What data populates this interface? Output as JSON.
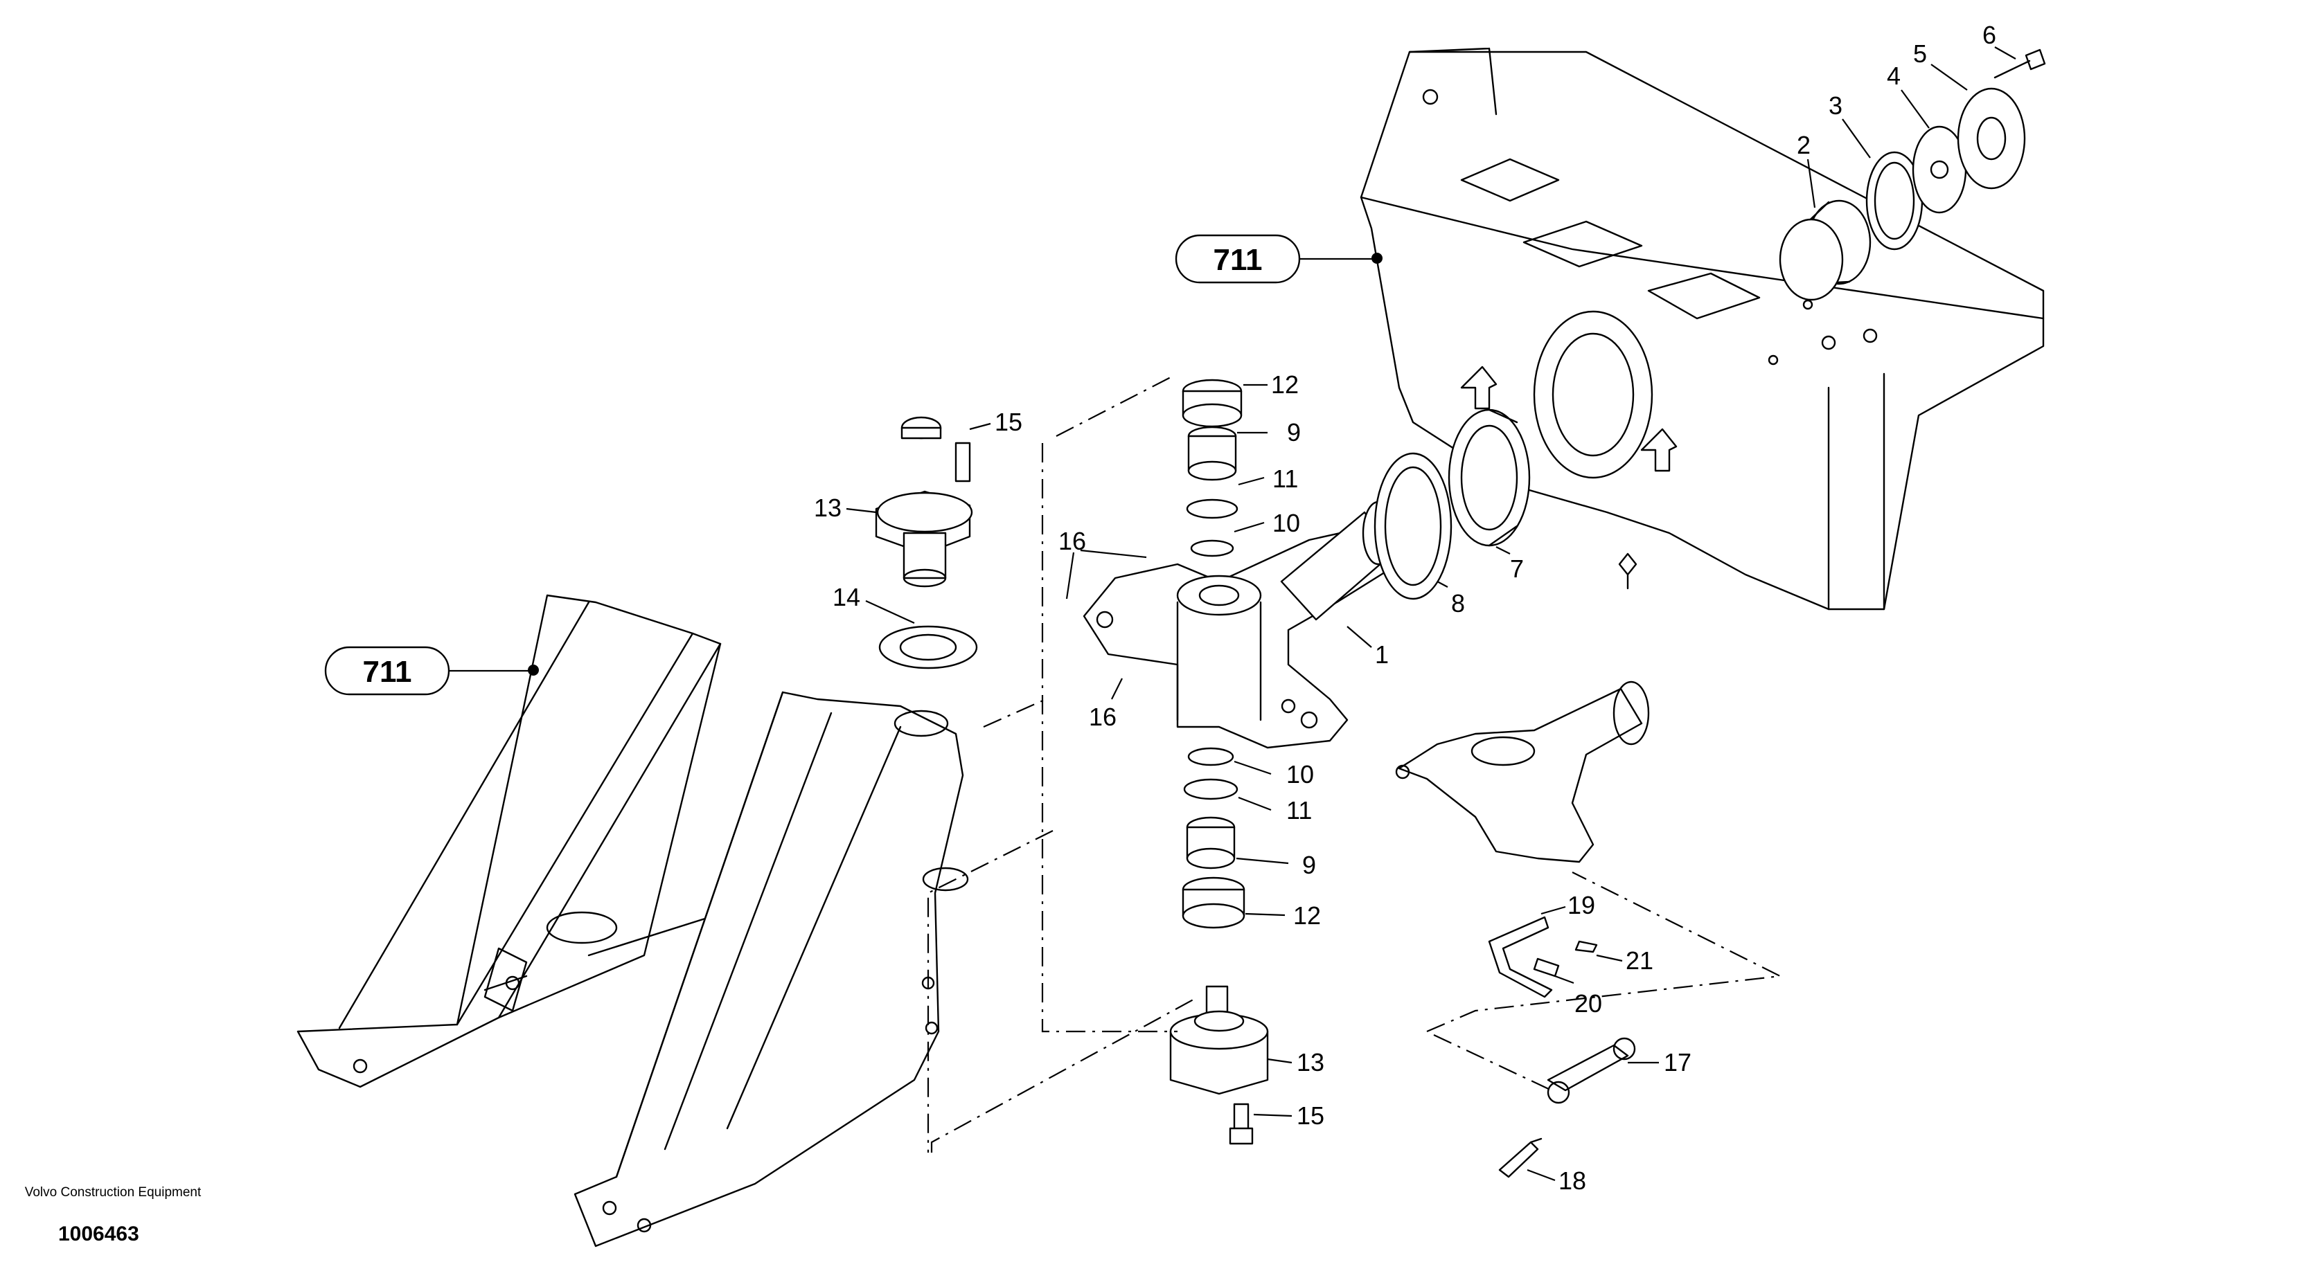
{
  "callouts": [
    {
      "id": "frame-top",
      "label": "711"
    },
    {
      "id": "frame-left",
      "label": "711"
    }
  ],
  "part_numbers": [
    "1",
    "2",
    "3",
    "4",
    "5",
    "6",
    "7",
    "8",
    "9",
    "9",
    "10",
    "10",
    "11",
    "11",
    "12",
    "12",
    "13",
    "13",
    "14",
    "15",
    "15",
    "16",
    "16",
    "17",
    "18",
    "19",
    "20",
    "21"
  ],
  "labels": {
    "p1": "1",
    "p2": "2",
    "p3": "3",
    "p4": "4",
    "p5": "5",
    "p6": "6",
    "p7": "7",
    "p8": "8",
    "p9a": "9",
    "p9b": "9",
    "p10a": "10",
    "p10b": "10",
    "p11a": "11",
    "p11b": "11",
    "p12a": "12",
    "p12b": "12",
    "p13a": "13",
    "p13b": "13",
    "p14": "14",
    "p15a": "15",
    "p15b": "15",
    "p16a": "16",
    "p16b": "16",
    "p17": "17",
    "p18": "18",
    "p19": "19",
    "p20": "20",
    "p21": "21"
  },
  "footer": {
    "brand": "Volvo Construction Equipment",
    "drawing_number": "1006463"
  }
}
